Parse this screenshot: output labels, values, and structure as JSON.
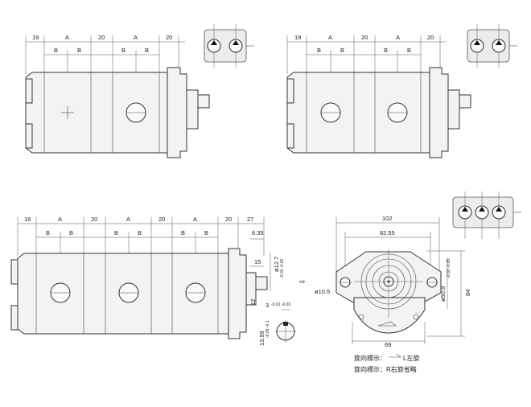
{
  "dims": {
    "d19": "19",
    "dA": "A",
    "dB": "B",
    "d20": "20",
    "d27": "27",
    "d635": "6.35",
    "d15": "15",
    "d12": "12",
    "d127": "ø12.7",
    "d127tol": "-0.01 -0.02",
    "d3": "3",
    "d3tol": "-0.01 -0.03",
    "d1399": "13.99",
    "d1399tol": "-0.05 -0.1",
    "d102": "102",
    "d8255": "82.55",
    "d105": "ø10.5",
    "d508": "ø50.8",
    "d508tol": "-0.02 -0.05",
    "d84": "84",
    "d69": "69"
  },
  "notes": {
    "rot_left": "旋向標示：",
    "rot_left_mark": "L左旋",
    "rot_right": "旋向標示：R右旋省略"
  },
  "colors": {
    "body_fill": "#f3f3f3",
    "line": "#333333"
  }
}
